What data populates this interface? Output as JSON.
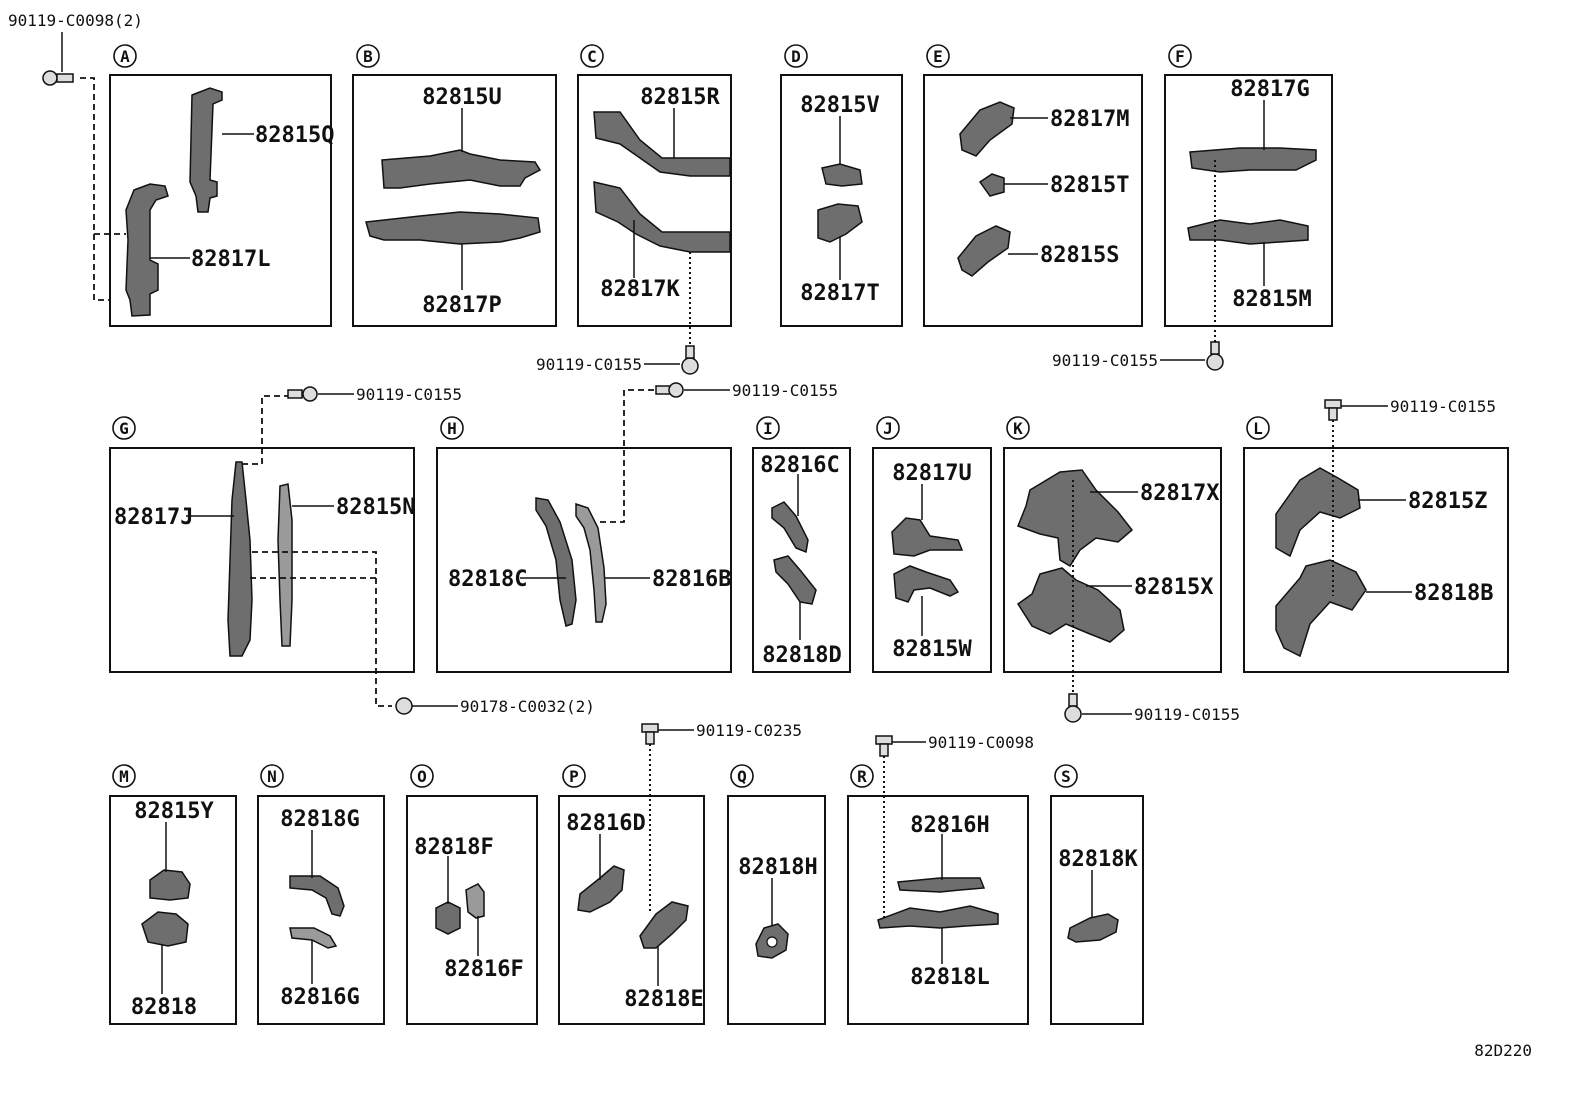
{
  "panels": {
    "A": {
      "letter": "A",
      "parts": [
        "82815Q",
        "82817L"
      ]
    },
    "B": {
      "letter": "B",
      "parts": [
        "82815U",
        "82817P"
      ]
    },
    "C": {
      "letter": "C",
      "parts": [
        "82815R",
        "82817K"
      ]
    },
    "D": {
      "letter": "D",
      "parts": [
        "82815V",
        "82817T"
      ]
    },
    "E": {
      "letter": "E",
      "parts": [
        "82817M",
        "82815T",
        "82815S"
      ]
    },
    "F": {
      "letter": "F",
      "parts": [
        "82817G",
        "82815M"
      ]
    },
    "G": {
      "letter": "G",
      "parts": [
        "82817J",
        "82815N"
      ]
    },
    "H": {
      "letter": "H",
      "parts": [
        "82818C",
        "82816B"
      ]
    },
    "I": {
      "letter": "I",
      "parts": [
        "82816C",
        "82818D"
      ]
    },
    "J": {
      "letter": "J",
      "parts": [
        "82817U",
        "82815W"
      ]
    },
    "K": {
      "letter": "K",
      "parts": [
        "82817X",
        "82815X"
      ]
    },
    "L": {
      "letter": "L",
      "parts": [
        "82815Z",
        "82818B"
      ]
    },
    "M": {
      "letter": "M",
      "parts": [
        "82815Y",
        "82818"
      ]
    },
    "N": {
      "letter": "N",
      "parts": [
        "82818G",
        "82816G"
      ]
    },
    "O": {
      "letter": "O",
      "parts": [
        "82818F",
        "82816F"
      ]
    },
    "P": {
      "letter": "P",
      "parts": [
        "82816D",
        "82818E"
      ]
    },
    "Q": {
      "letter": "Q",
      "parts": [
        "82818H"
      ]
    },
    "R": {
      "letter": "R",
      "parts": [
        "82816H",
        "82818L"
      ]
    },
    "S": {
      "letter": "S",
      "parts": [
        "82818K"
      ]
    }
  },
  "fasteners": {
    "a_top": "90119-C0098(2)",
    "c_bottom": "90119-C0155",
    "f_bottom": "90119-C0155",
    "g_top": "90119-C0155",
    "h_top": "90119-C0155",
    "l_top": "90119-C0155",
    "g_bottom": "90178-C0032(2)",
    "k_bottom": "90119-C0155",
    "p_top": "90119-C0235",
    "r_top": "90119-C0098"
  },
  "diagram_code": "82D220"
}
